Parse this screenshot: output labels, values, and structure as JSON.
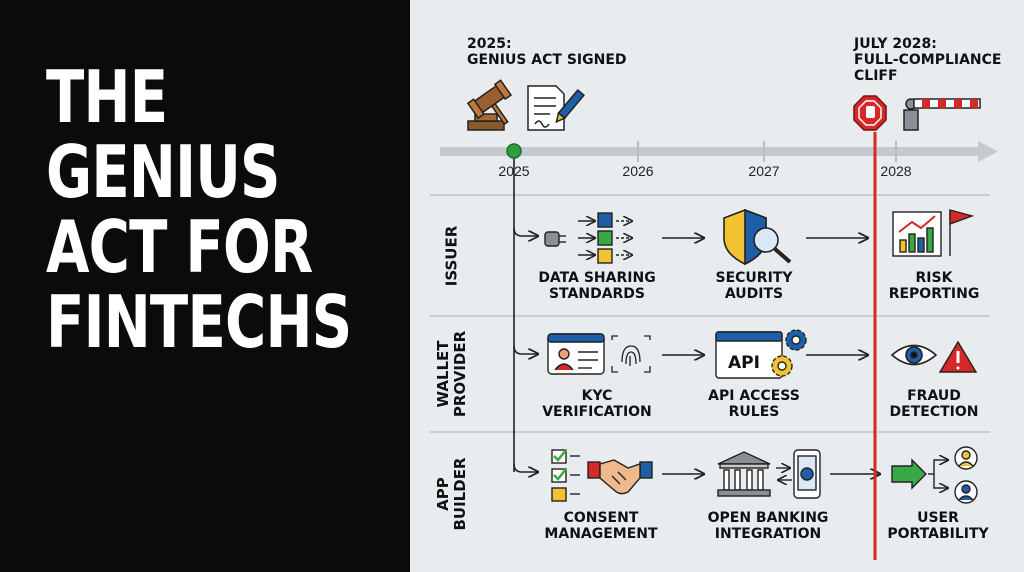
{
  "title": [
    "THE",
    "GENIUS",
    "ACT FOR",
    "FINTECHS"
  ],
  "milestones": {
    "start": "2025:\nGENIUS ACT SIGNED",
    "cliff": "JULY 2028:\nFULL-COMPLIANCE\nCLIFF"
  },
  "years": [
    "2025",
    "2026",
    "2027",
    "2028"
  ],
  "rows": [
    {
      "label": "ISSUER",
      "steps": [
        "DATA SHARING\nSTANDARDS",
        "SECURITY\nAUDITS",
        "RISK\nREPORTING"
      ]
    },
    {
      "label": "WALLET\nPROVIDER",
      "steps": [
        "KYC\nVERIFICATION",
        "API ACCESS\nRULES",
        "FRAUD\nDETECTION"
      ]
    },
    {
      "label": "APP\nBUILDER",
      "steps": [
        "CONSENT\nMANAGEMENT",
        "OPEN BANKING\nINTEGRATION",
        "USER\nPORTABILITY"
      ]
    }
  ],
  "icons": {
    "api": "API"
  },
  "colors": {
    "cliff_line": "#d62828",
    "timeline": "#c4c9ce",
    "start_dot": "#2e9e3f",
    "blue": "#1f5fa8",
    "yellow": "#f2c230",
    "green": "#3aa845",
    "red": "#d62828"
  }
}
